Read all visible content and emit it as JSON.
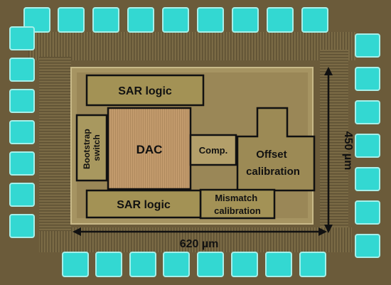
{
  "blocks": {
    "sar_logic_top": "SAR logic",
    "dac": "DAC",
    "bootstrap_line1": "Bootstrap",
    "bootstrap_line2": "switch",
    "comparator": "Comp.",
    "offset_line1": "Offset",
    "offset_line2": "calibration",
    "mismatch_line1": "Mismatch",
    "mismatch_line2": "calibration",
    "sar_logic_bottom": "SAR logic"
  },
  "dimensions": {
    "width": "620 µm",
    "height": "450 µm"
  },
  "colors": {
    "die_background": "#6e5f3e",
    "pad": "#33d8d2",
    "core_area": "#a89562",
    "outline": "#111111"
  }
}
